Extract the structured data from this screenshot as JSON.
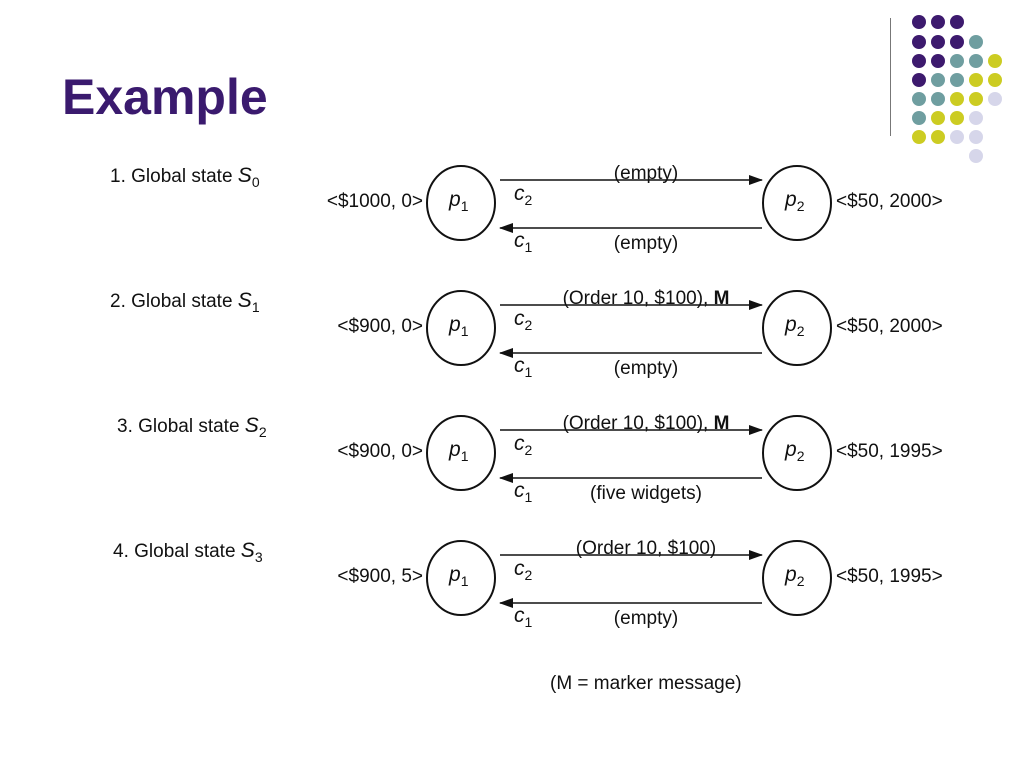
{
  "slide": {
    "title": "Example"
  },
  "legend": "(M = marker message)",
  "process_names": {
    "p1_base": "p",
    "p1_sub": "1",
    "p2_base": "p",
    "p2_sub": "2"
  },
  "channel_names": {
    "c1_base": "c",
    "c1_sub": "1",
    "c2_base": "c",
    "c2_sub": "2"
  },
  "states": [
    {
      "title_prefix": "1. Global state ",
      "state_base": "S",
      "state_sub": "0",
      "p1_state": "<$1000, 0>",
      "p2_state": "<$50, 2000>",
      "c2_content": "(empty)",
      "c2_marker": "",
      "c1_content": "(empty)"
    },
    {
      "title_prefix": "2. Global state ",
      "state_base": "S",
      "state_sub": "1",
      "p1_state": "<$900, 0>",
      "p2_state": "<$50, 2000>",
      "c2_content": "(Order 10, $100), ",
      "c2_marker": "M",
      "c1_content": "(empty)"
    },
    {
      "title_prefix": "3. Global state ",
      "state_base": "S",
      "state_sub": "2",
      "p1_state": "<$900, 0>",
      "p2_state": "<$50, 1995>",
      "c2_content": "(Order 10, $100), ",
      "c2_marker": "M",
      "c1_content": "(five widgets)"
    },
    {
      "title_prefix": "4. Global state ",
      "state_base": "S",
      "state_sub": "3",
      "p1_state": "<$900, 5>",
      "p2_state": "<$50, 1995>",
      "c2_content": "(Order 10, $100)",
      "c2_marker": "",
      "c1_content": "(empty)"
    }
  ],
  "colors": {
    "title": "#3a1a6e",
    "dot_purple": "#3d1a6e",
    "dot_teal": "#6f9ea0",
    "dot_yellow": "#cccc22",
    "dot_lavender": "#d6d6ea"
  }
}
